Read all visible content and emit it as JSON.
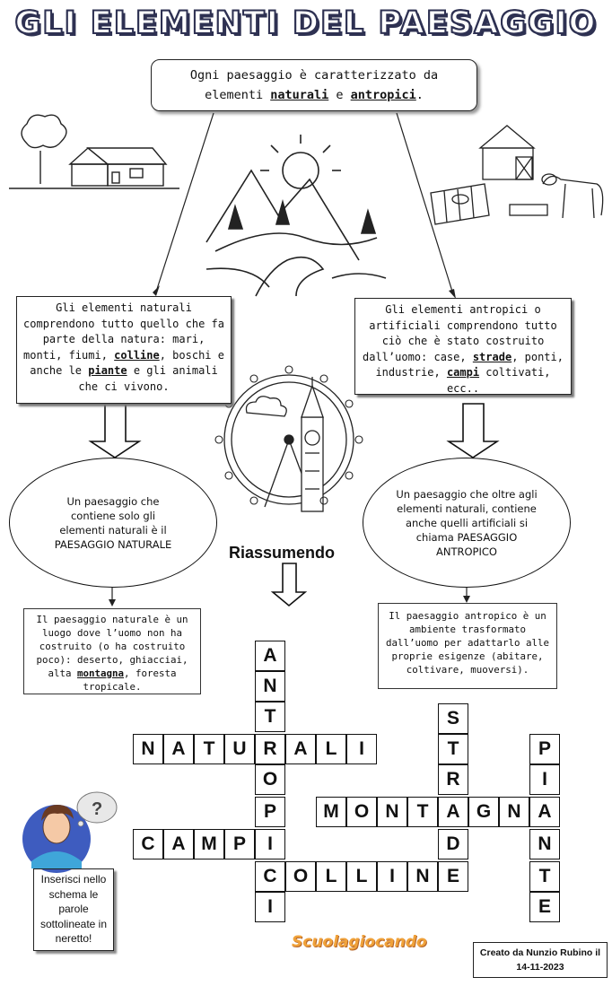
{
  "title": "GLI ELEMENTI DEL PAESAGGIO",
  "intro": {
    "line1": "Ogni paesaggio è caratterizzato da",
    "prefix": "elementi ",
    "naturali": "naturali",
    "and": " e ",
    "antropici": "antropici",
    "end": "."
  },
  "naturali_card": {
    "t1": "Gli elementi naturali comprendono tutto quello che fa parte della natura: mari, monti, fiumi, ",
    "colline": "colline",
    "t2": ", boschi e anche le ",
    "piante": "piante",
    "t3": " e gli animali che ci vivono."
  },
  "antropici_card": {
    "t1": "Gli elementi antropici o artificiali comprendono tutto ciò che è stato costruito dall’uomo: case, ",
    "strade": "strade",
    "t2": ", ponti, industrie, ",
    "campi": "campi",
    "t3": " coltivati, ecc.."
  },
  "ellipse_left": "Un paesaggio che contiene solo gli elementi naturali è il PAESAGGIO NATURALE",
  "ellipse_right": "Un paesaggio che oltre agli elementi naturali, contiene anche quelli artificiali si chiama PAESAGGIO ANTROPICO",
  "riassumendo": "Riassumendo",
  "summary_left": {
    "t1": "Il paesaggio naturale è un luogo dove l’uomo non ha costruito (o ha costruito poco): deserto, ghiacciai, alta ",
    "montagna": "montagna",
    "t2": ", foresta tropicale."
  },
  "summary_right": "Il paesaggio antropico è un ambiente trasformato dall’uomo per adattarlo alle proprie esigenze (abitare, coltivare, muoversi).",
  "crossword": {
    "naturali": [
      "N",
      "A",
      "T",
      "U",
      "R",
      "A",
      "L",
      "I"
    ],
    "campi": [
      "C",
      "A",
      "M",
      "P",
      "I"
    ],
    "antropici": [
      "A",
      "N",
      "T",
      "R",
      "O",
      "P",
      "I",
      "C",
      "I"
    ],
    "montagna": [
      "M",
      "O",
      "N",
      "T",
      "A",
      "G",
      "N",
      "A"
    ],
    "colline": [
      "C",
      "O",
      "L",
      "L",
      "I",
      "N",
      "E"
    ],
    "strade": [
      "S",
      "T",
      "R",
      "A",
      "D",
      "E"
    ],
    "piante": [
      "P",
      "I",
      "A",
      "N",
      "T",
      "E"
    ]
  },
  "instruction": "Inserisci nello schema le parole sottolineate in neretto!",
  "logo": "Scuolagiocando",
  "credit": {
    "line1": "Creato da Nunzio Rubino  il",
    "line2": "14-11-2023"
  }
}
